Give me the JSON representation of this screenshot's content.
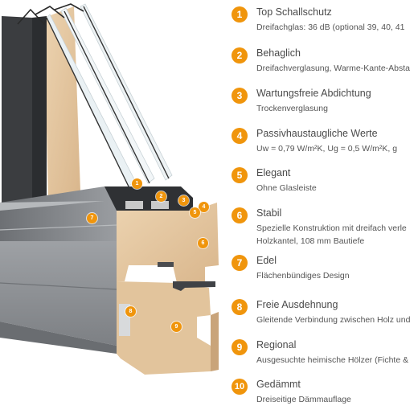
{
  "accent_color": "#f0950c",
  "features": [
    {
      "number": "1",
      "title": "Top Schallschutz",
      "description": "Dreifachglas: 36 dB (optional 39, 40, 41"
    },
    {
      "number": "2",
      "title": "Behaglich",
      "description": "Dreifachverglasung, Warme-Kante-Absta"
    },
    {
      "number": "3",
      "title": "Wartungsfreie Abdichtung",
      "description": "Trockenverglasung"
    },
    {
      "number": "4",
      "title": "Passivhaustaugliche Werte",
      "description": "Uw = 0,79 W/m²K, Ug = 0,5 W/m²K, g"
    },
    {
      "number": "5",
      "title": "Elegant",
      "description": "Ohne Glasleiste"
    },
    {
      "number": "6",
      "title": "Stabil",
      "description": "Spezielle Konstruktion mit dreifach verle",
      "description2": "Holzkantel, 108 mm Bautiefe"
    },
    {
      "number": "7",
      "title": "Edel",
      "description": "Flächenbündiges Design"
    },
    {
      "number": "8",
      "title": "Freie Ausdehnung",
      "description": "Gleitende Verbindung zwischen Holz und"
    },
    {
      "number": "9",
      "title": "Regional",
      "description": "Ausgesuchte heimische Hölzer (Fichte &"
    },
    {
      "number": "10",
      "title": "Gedämmt",
      "description": "Dreiseitige Dämmauflage"
    }
  ],
  "callouts": [
    "1",
    "2",
    "3",
    "4",
    "5",
    "6",
    "7",
    "8",
    "9"
  ]
}
